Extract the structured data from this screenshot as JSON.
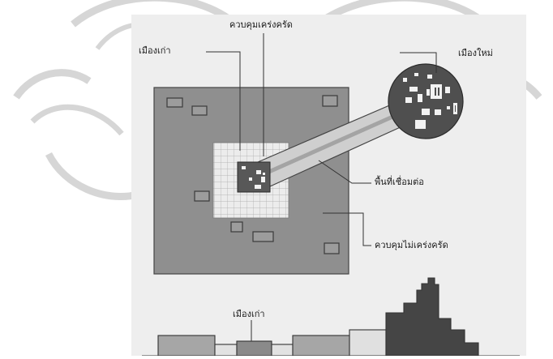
{
  "labels": {
    "old_city": "เมืองเก่า",
    "strict_control": "ควบคุมเคร่งครัด",
    "new_city": "เมืองใหม่",
    "connecting_area": "พื้นที่เชื่อมต่อ",
    "loose_control": "ควบคุมไม่เคร่งครัด",
    "old_city_profile": "เมืองเก่า"
  },
  "colors": {
    "panel": "#eeeeee",
    "outer_zone": "#8f8f8f",
    "grid_zone": "#e8e8e8",
    "core": "#585858",
    "circle": "#4f4f4f",
    "building": "#f2f2f2",
    "profile_light": "#a6a6a6",
    "profile_dark": "#454545",
    "watermark": "#d9d9d9"
  }
}
